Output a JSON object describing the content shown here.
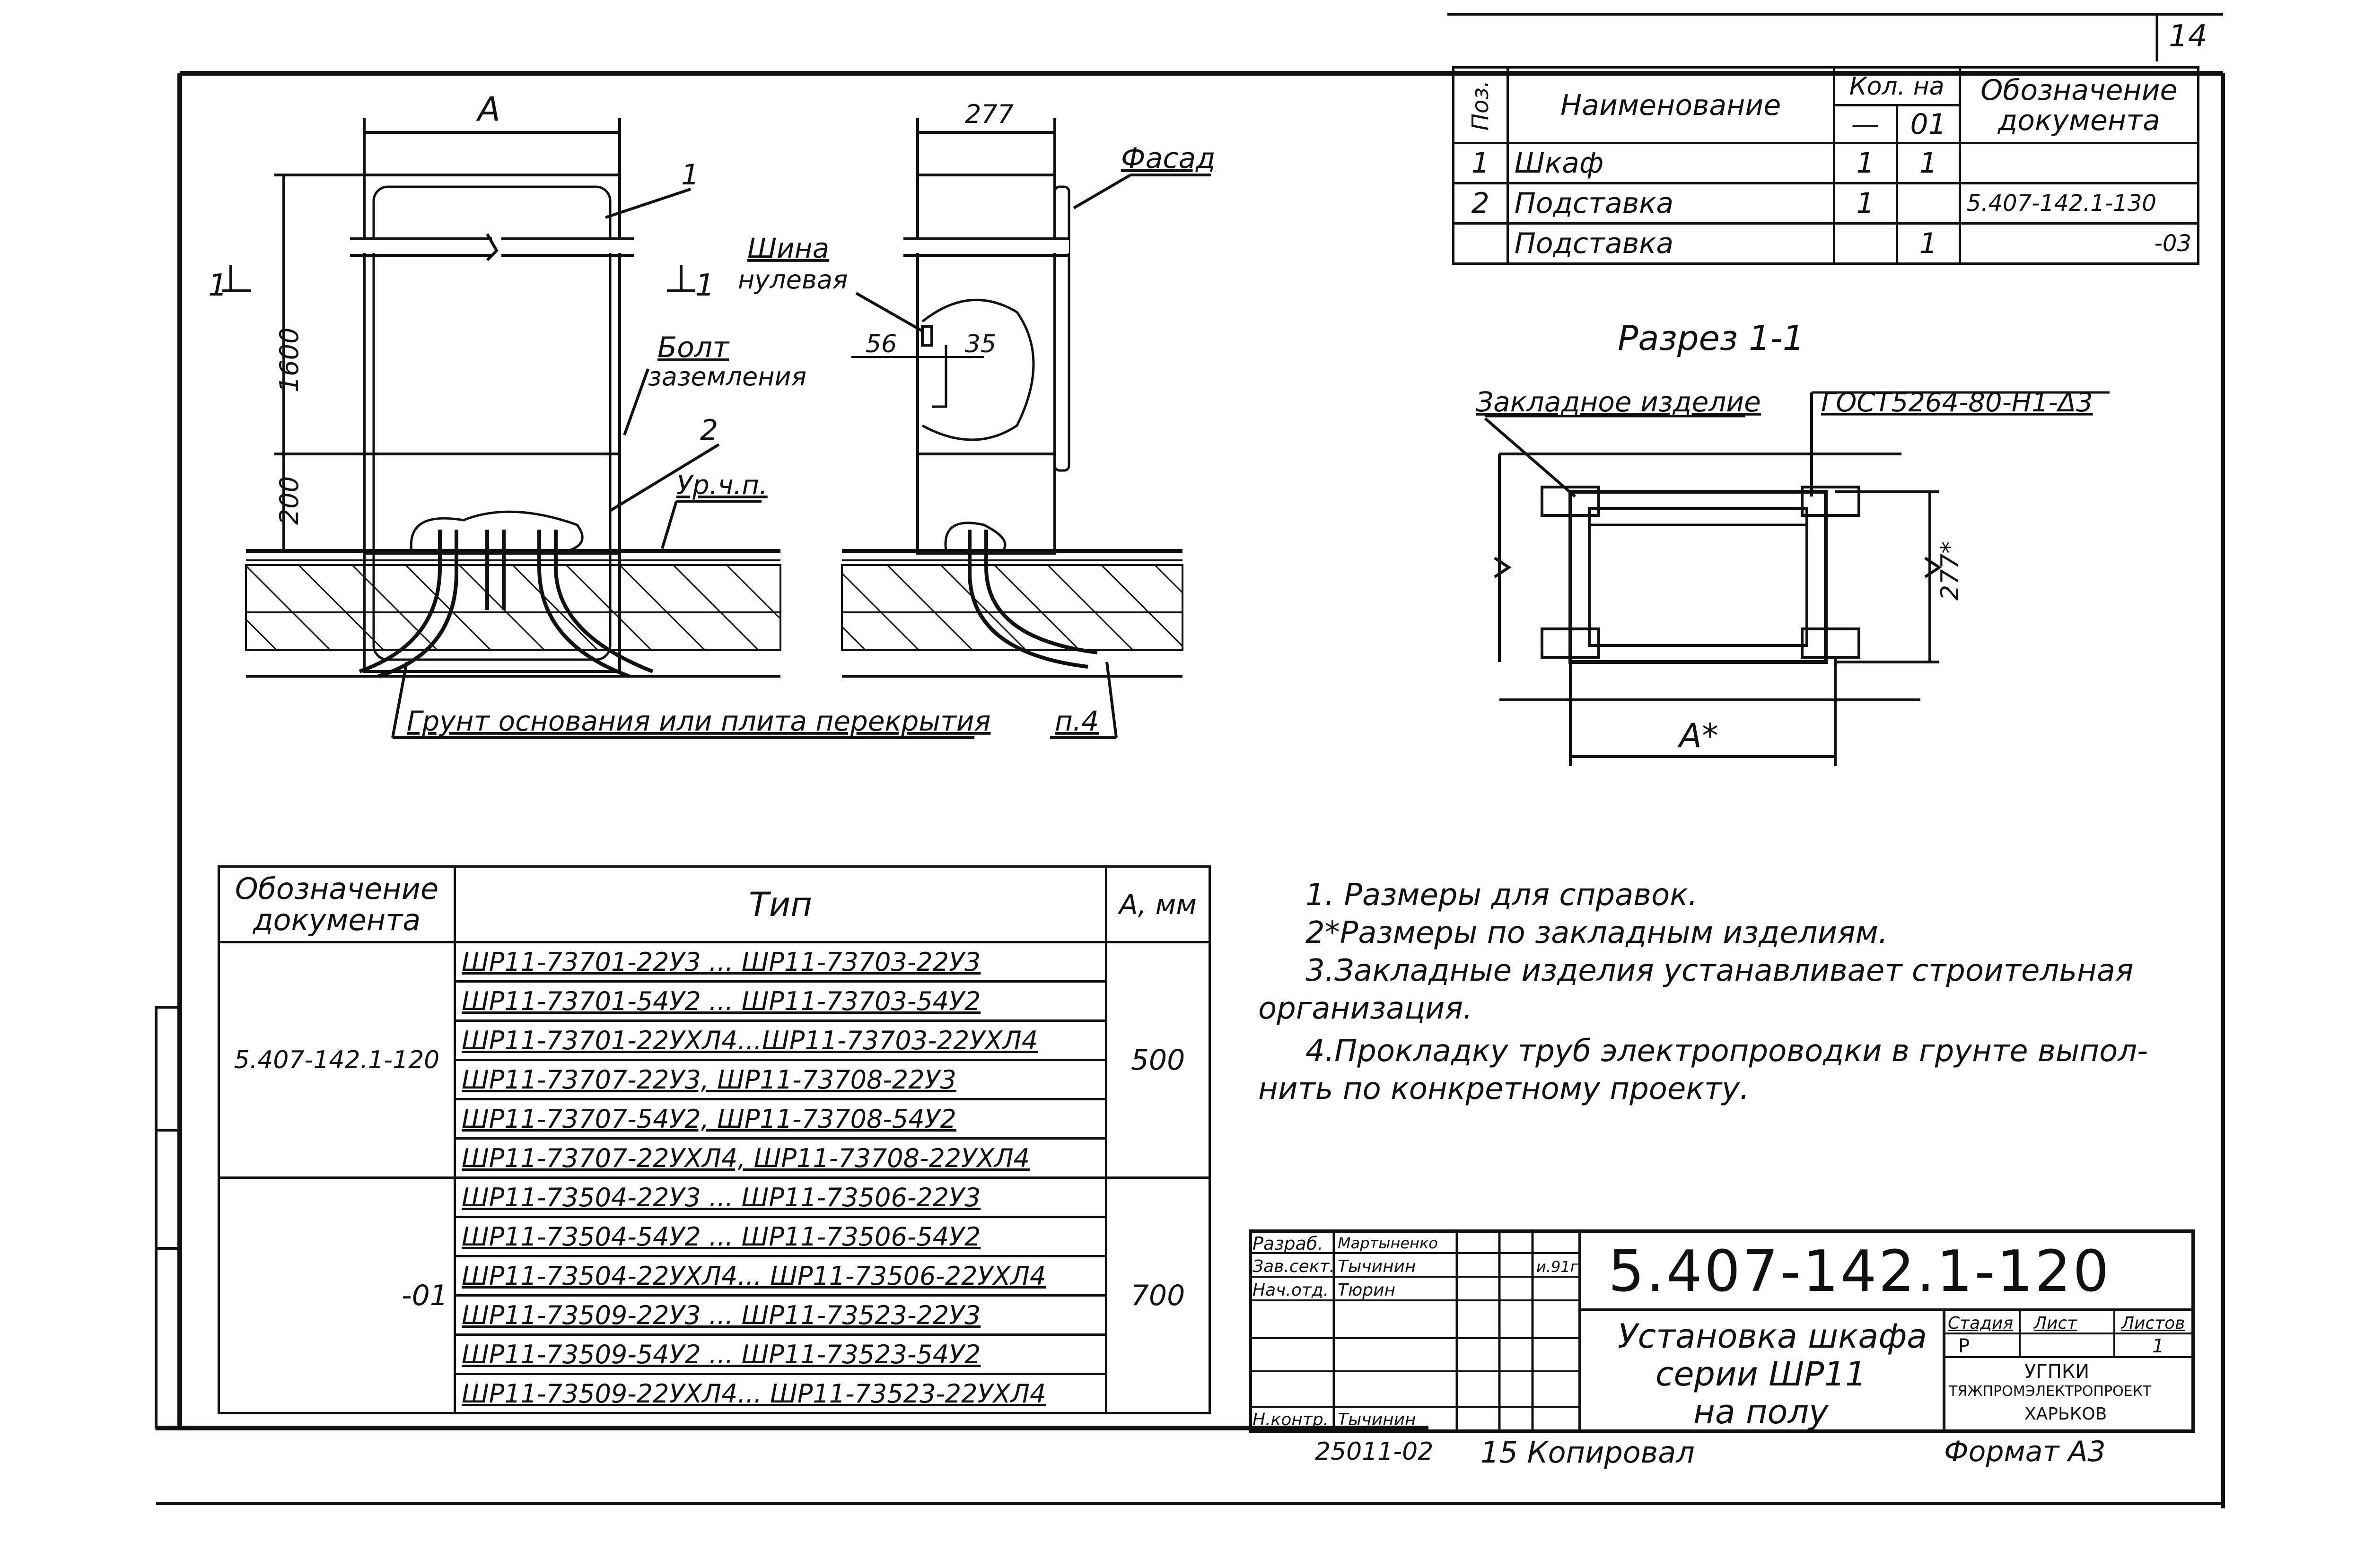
{
  "sheet_number": "14",
  "spec_table": {
    "headers": {
      "pos": "Поз.",
      "name": "Наименование",
      "qty": "Кол. на",
      "qty_sub1": "—",
      "qty_sub2": "01",
      "doc": "Обозначение документа"
    },
    "rows": [
      {
        "pos": "1",
        "name": "Шкаф",
        "q1": "1",
        "q2": "1",
        "doc": ""
      },
      {
        "pos": "2",
        "name": "Подставка",
        "q1": "1",
        "q2": "",
        "doc": "5.407-142.1-130"
      },
      {
        "pos": "",
        "name": "Подставка",
        "q1": "",
        "q2": "1",
        "doc": "-03"
      }
    ]
  },
  "drawing_front": {
    "dim_a": "A",
    "dim_1600": "1600",
    "dim_200": "200",
    "section_mark": "1",
    "callout_1": "1",
    "callout_2": "2",
    "bolt_label": "Болт",
    "bolt_label2": "заземления",
    "level_label": "Ур.ч.п.",
    "ground_label": "Грунт основания или плита перекрытия"
  },
  "drawing_side": {
    "dim_277": "277",
    "facade_label": "Фасад",
    "bus_label": "Шина",
    "bus_label2": "нулевая",
    "dim_56": "56",
    "dim_35": "35",
    "note_ref": "п.4"
  },
  "section": {
    "title": "Разрез 1-1",
    "embedded_label": "Закладное изделие",
    "gost_label": "ГОСТ5264-80-Н1-Δ3",
    "dim_277": "277*",
    "dim_a": "A*"
  },
  "type_table": {
    "headers": {
      "doc": "Обозначение документа",
      "type": "Тип",
      "a": "А, мм"
    },
    "groups": [
      {
        "doc": "5.407-142.1-120",
        "a": "500",
        "types": [
          "ШР11-73701-22У3 ... ШР11-73703-22У3",
          "ШР11-73701-54У2 ... ШР11-73703-54У2",
          "ШР11-73701-22УХЛ4...ШР11-73703-22УХЛ4",
          "ШР11-73707-22У3,     ШР11-73708-22У3",
          "ШР11-73707-54У2,     ШР11-73708-54У2",
          "ШР11-73707-22УХЛ4,  ШР11-73708-22УХЛ4"
        ]
      },
      {
        "doc": "-01",
        "a": "700",
        "types": [
          "ШР11-73504-22У3 ... ШР11-73506-22У3",
          "ШР11-73504-54У2 ... ШР11-73506-54У2",
          "ШР11-73504-22УХЛ4... ШР11-73506-22УХЛ4",
          "ШР11-73509-22У3 ... ШР11-73523-22У3",
          "ШР11-73509-54У2 ... ШР11-73523-54У2",
          "ШР11-73509-22УХЛ4... ШР11-73523-22УХЛ4"
        ]
      }
    ]
  },
  "notes": {
    "n1": "1. Размеры для справок.",
    "n2": "2*Размеры по закладным изделиям.",
    "n3a": "3.Закладные изделия устанавливает строительная",
    "n3b": "организация.",
    "n4a": "4.Прокладку труб электропроводки в грунте выпол-",
    "n4b": "нить по конкретному проекту."
  },
  "title_block": {
    "code": "5.407-142.1-120",
    "title_line1": "Установка шкафа",
    "title_line2": "серии ШР11",
    "title_line3": "на полу",
    "roles": [
      {
        "role": "Разраб.",
        "name": "Мартыненко"
      },
      {
        "role": "Зав.сект.",
        "name": "Тычинин"
      },
      {
        "role": "Нач.отд.",
        "name": "Тюрин"
      },
      {
        "role": "",
        "name": ""
      },
      {
        "role": "",
        "name": ""
      },
      {
        "role": "Н.контр.",
        "name": "Тычинин"
      }
    ],
    "date_mark": "и.91г.",
    "stage_label": "Стадия",
    "sheet_label": "Лист",
    "sheets_label": "Листов",
    "stage": "Р",
    "sheet": "1",
    "org1": "УГПКИ",
    "org2": "ТЯЖПРОМЭЛЕКТРОПРОЕКТ",
    "org3": "ХАРЬКОВ"
  },
  "footer": {
    "inv": "25011-02",
    "copied": "15 Копировал",
    "format": "Формат А3"
  }
}
